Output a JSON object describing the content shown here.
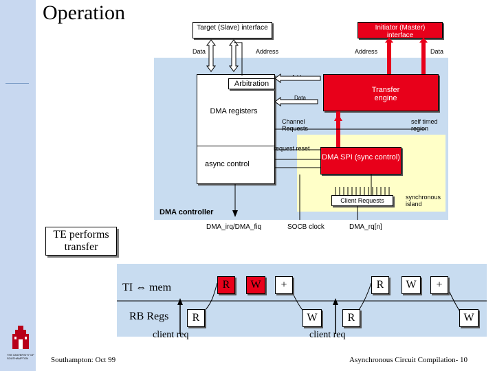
{
  "slide": {
    "title": "Operation",
    "footer_left": "Southampton: Oct 99",
    "footer_right": "Asynchronous Circuit Compilation- 10",
    "logo_text": "THE UNIVERSITY OF SOUTHAMPTON"
  },
  "diagram": {
    "target_interface": "Target (Slave) interface",
    "initiator_interface": "Initiator (Master) interface",
    "top_data_left": "Data",
    "top_address_left": "Address",
    "top_address_right": "Address",
    "top_data_right": "Data",
    "arbitration": "Arbitration",
    "dma_registers": "DMA registers",
    "transfer_engine": "Transfer engine",
    "inner_address": "Address",
    "inner_data": "Data",
    "channel_requests": "Channel Requests",
    "self_timed_region": "self timed region",
    "request_reset": "request reset",
    "async_control": "async control",
    "dma_spi": "DMA SPI (sync control)",
    "client_requests": "Client Requests",
    "synchronous_island": "synchronous island",
    "dma_controller": "DMA controller",
    "dma_irq": "DMA_irq/DMA_fiq",
    "socb_clock": "SOCB clock",
    "dma_rq": "DMA_rq[n]"
  },
  "timeline": {
    "te_performs": "TE performs transfer",
    "ti_mem": "TI",
    "ti_mem_glyph": "⇔",
    "mem": "mem",
    "rb_regs": "RB Regs",
    "r1": "R",
    "w1": "W",
    "plus1": "+",
    "r2": "R",
    "w2": "W",
    "plus2": "+",
    "rb_r1": "R",
    "rb_w1": "W",
    "rb_r2": "R",
    "rb_w2": "W",
    "client_req_1": "client req",
    "client_req_2": "client req"
  },
  "colors": {
    "sidebar": "#c8d8f0",
    "controller_bg": "#c8dcf0",
    "sync_island_bg": "#ffffc8",
    "transfer_red": "#e8001a"
  }
}
